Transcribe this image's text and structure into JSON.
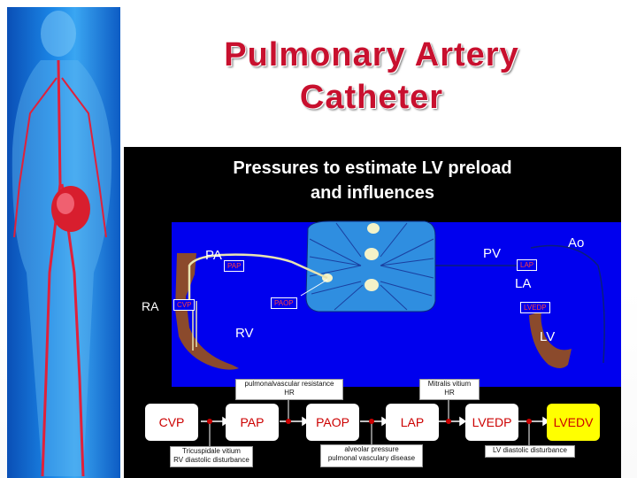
{
  "title": {
    "line1": "Pulmonary Artery",
    "line2": "Catheter"
  },
  "panel": {
    "heading_line1": "Pressures to estimate LV preload",
    "heading_line2": "and influences"
  },
  "chambers": {
    "pa": "PA",
    "pv": "PV",
    "ao": "Ao",
    "la": "LA",
    "lv": "LV",
    "rv": "RV",
    "ra": "RA"
  },
  "pressure_tags": {
    "pap": "PAP",
    "lap": "LAP",
    "cvp": "CVP",
    "paop": "PAOP",
    "lvedp": "LVEDP"
  },
  "flow": {
    "boxes": [
      "CVP",
      "PAP",
      "PAOP",
      "LAP",
      "LVEDP",
      "LVEDV"
    ]
  },
  "notes": {
    "top1_line1": "pulmonalvascular resistance",
    "top1_line2": "HR",
    "top2_line1": "Mitralis vitium",
    "top2_line2": "HR",
    "bottom1_line1": "Tricuspidale vitium",
    "bottom1_line2": "RV diastolic disturbance",
    "bottom2_line1": "alveolar pressure",
    "bottom2_line2": "pulmonal vasculary disease",
    "bottom3": "LV diastolic disturbance"
  },
  "colors": {
    "title_red": "#c8102e",
    "heart_blue": "#0000ee",
    "lung_blue": "#2f8ee0",
    "tag_red": "#ff4040",
    "flow_red": "#cc0000",
    "highlight": "#ffff00"
  }
}
